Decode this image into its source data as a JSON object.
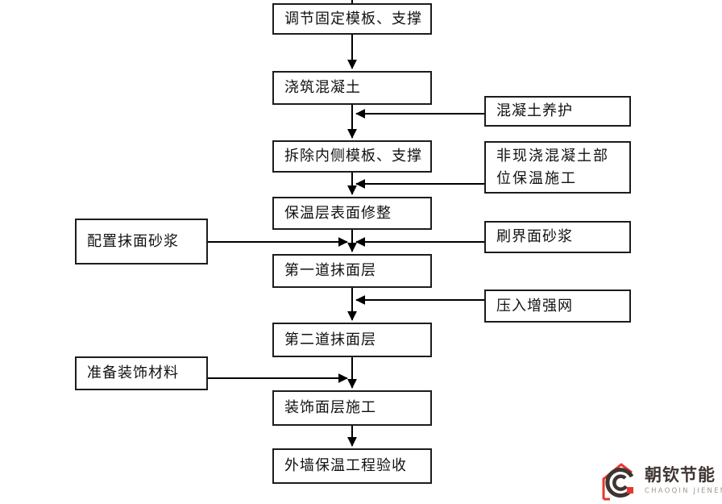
{
  "flow": {
    "main_nodes": [
      {
        "label": "调节固定模板、支撑"
      },
      {
        "label": "浇筑混凝土"
      },
      {
        "label": "拆除内侧模板、支撑"
      },
      {
        "label": "保温层表面修整"
      },
      {
        "label": "第一道抹面层"
      },
      {
        "label": "第二道抹面层"
      },
      {
        "label": "装饰面层施工"
      },
      {
        "label": "外墙保温工程验收"
      }
    ],
    "right_nodes": [
      {
        "label": "混凝土养护"
      },
      {
        "label": "非现浇混凝土部\n位保温施工"
      },
      {
        "label": "刷界面砂浆"
      },
      {
        "label": "压入增强网"
      }
    ],
    "left_nodes": [
      {
        "label": "配置抹面砂浆"
      },
      {
        "label": "准备装饰材料"
      }
    ]
  },
  "logo": {
    "title": "朝钦节能",
    "subtitle": "CHAOQIN JIENENG",
    "brand_red": "#e8372c",
    "brand_dark": "#3e3532",
    "subtitle_color": "#a39890"
  },
  "colors": {
    "background": "#ffffff",
    "line": "#000000",
    "box_border": "#1c1c1c",
    "text": "#111111"
  }
}
